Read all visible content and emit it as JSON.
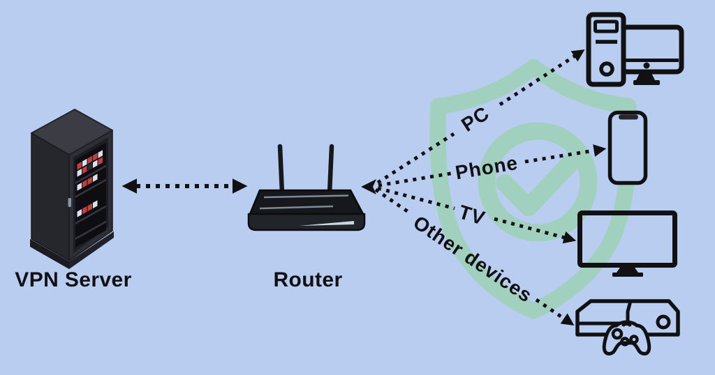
{
  "diagram": {
    "description": "VPN network diagram: VPN server linked to router, router linked to protected home devices behind a shield-check badge",
    "colors": {
      "background": "#b9cdf0",
      "shield": "#a2d0bf",
      "ink": "#111114",
      "led_red": "#c24040",
      "led_light": "#d8e2ef",
      "server_front": "#26262d",
      "server_side": "#2e2e36",
      "server_top": "#3c3c45",
      "server_trim": "#52525e",
      "router_top": "#16181b",
      "router_front": "#212428",
      "streak": "#8a97a8",
      "streak_bright": "#d6e0ec"
    },
    "nodes": [
      {
        "id": "vpn-server",
        "label": "VPN Server",
        "icon": "server-rack-icon"
      },
      {
        "id": "router",
        "label": "Router",
        "icon": "wifi-router-icon"
      },
      {
        "id": "pc",
        "label": "PC",
        "icon": "desktop-computer-icon"
      },
      {
        "id": "phone",
        "label": "Phone",
        "icon": "smartphone-icon"
      },
      {
        "id": "tv",
        "label": "TV",
        "icon": "tv-icon"
      },
      {
        "id": "other-devices",
        "label": "Other devices",
        "icon": "game-console-icon"
      }
    ],
    "connections": [
      {
        "from": "vpn-server",
        "to": "router",
        "style": "dotted",
        "arrows": "both-ends"
      },
      {
        "from": "router",
        "to": "pc",
        "style": "dotted",
        "arrows": "to-device-and-back-to-router"
      },
      {
        "from": "router",
        "to": "phone",
        "style": "dotted",
        "arrows": "to-device-and-back-to-router"
      },
      {
        "from": "router",
        "to": "tv",
        "style": "dotted",
        "arrows": "to-device-and-back-to-router"
      },
      {
        "from": "router",
        "to": "other-devices",
        "style": "dotted",
        "arrows": "to-device-and-back-to-router"
      }
    ],
    "badge": {
      "icon": "shield-check-icon",
      "meaning": "protected devices"
    }
  }
}
